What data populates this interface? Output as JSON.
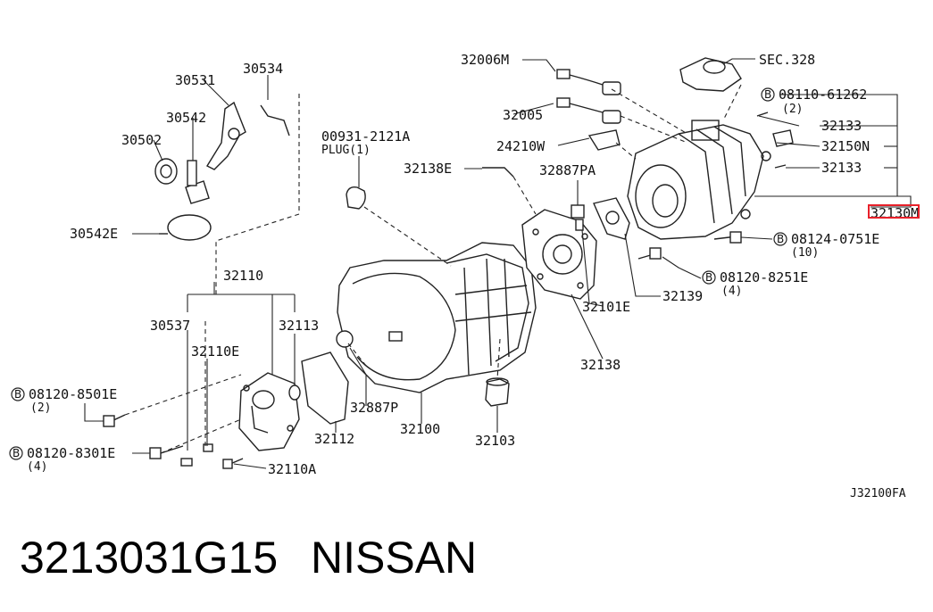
{
  "labels": {
    "p32006M": "32006M",
    "sec328": "SEC.328",
    "b08110": "08110-61262",
    "q2a": "(2)",
    "p32133a": "32133",
    "p32150N": "32150N",
    "p32133b": "32133",
    "p32130M": "32130M",
    "b08124": "08124-0751E",
    "q10": "(10)",
    "b08120_8251": "08120-8251E",
    "q4a": "(4)",
    "p32139": "32139",
    "p32101E": "32101E",
    "p32138a": "32138",
    "p32005": "32005",
    "p24210W": "24210W",
    "p32138E": "32138E",
    "p32887PA": "32887PA",
    "p00931": "00931-2121A",
    "plug": "PLUG(1)",
    "p30531": "30531",
    "p30534": "30534",
    "p30542": "30542",
    "p30502": "30502",
    "p30542E": "30542E",
    "p32110": "32110",
    "p30537": "30537",
    "p32113": "32113",
    "p32110E": "32110E",
    "b08120_8501": "08120-8501E",
    "q2b": "(2)",
    "b08120_8301": "08120-8301E",
    "q4b": "(4)",
    "p32110A": "32110A",
    "p32112": "32112",
    "p32887P": "32887P",
    "p32100": "32100",
    "p32103": "32103",
    "ref": "J32100FA",
    "circleB": "B"
  },
  "footer": {
    "part_number": "3213031G15",
    "brand": "NISSAN"
  },
  "highlight_color": "#e8202a"
}
